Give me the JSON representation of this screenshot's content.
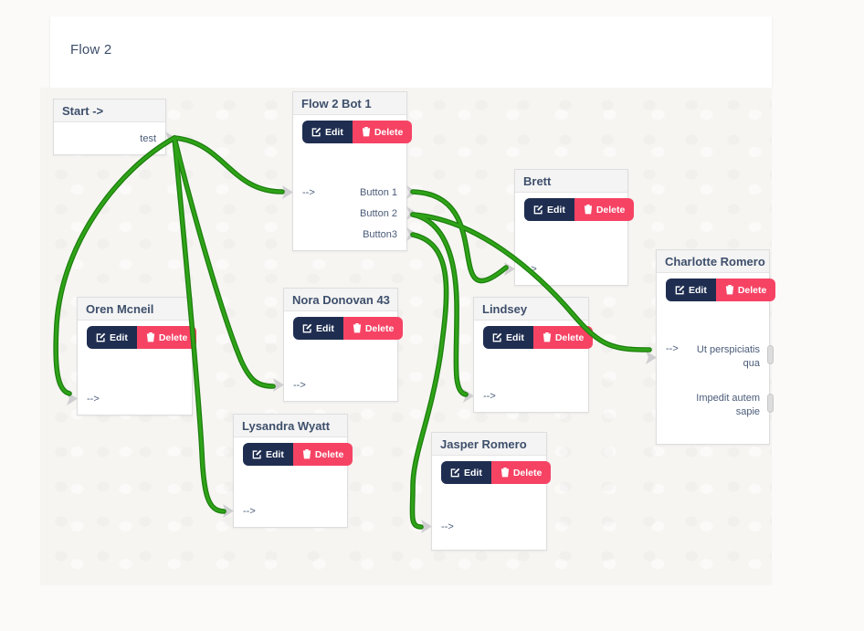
{
  "app": {
    "title": "Flow 2"
  },
  "buttons": {
    "edit": "Edit",
    "delete": "Delete"
  },
  "io": {
    "input_arrow": "-->"
  },
  "icons": {
    "edit": "edit-pencil-icon",
    "delete": "trash-icon",
    "input": "input-arrow-connector",
    "output": "output-arrow-connector"
  },
  "colors": {
    "connection_green": "#2fa318",
    "edit_button": "#1f2e50",
    "delete_button": "#f64364",
    "node_title": "#3e4f6b"
  },
  "nodes": [
    {
      "title": "Start ->",
      "outputs": [
        "test"
      ]
    },
    {
      "title": "Flow 2 Bot 1",
      "input": "-->",
      "outputs": [
        "Button 1",
        "Button 2",
        "Button3"
      ]
    },
    {
      "title": "Brett",
      "input": "-->"
    },
    {
      "title": "Charlotte Romero",
      "input": "-->",
      "outputs": [
        "Ut perspiciatis qua",
        "Impedit autem sapie"
      ]
    },
    {
      "title": "Oren Mcneil",
      "input": "-->"
    },
    {
      "title": "Nora Donovan 43",
      "input": "-->"
    },
    {
      "title": "Lysandra Wyatt",
      "input": "-->"
    },
    {
      "title": "Lindsey",
      "input": "-->"
    },
    {
      "title": "Jasper Romero",
      "input": "-->"
    }
  ],
  "connections": [
    {
      "from": "Start -> : test",
      "to": "Flow 2 Bot 1"
    },
    {
      "from": "Start -> : test",
      "to": "Oren Mcneil"
    },
    {
      "from": "Start -> : test",
      "to": "Nora Donovan 43"
    },
    {
      "from": "Start -> : test",
      "to": "Lysandra Wyatt"
    },
    {
      "from": "Flow 2 Bot 1 : Button 1",
      "to": "Brett"
    },
    {
      "from": "Flow 2 Bot 1 : Button 2",
      "to": "Charlotte Romero"
    },
    {
      "from": "Flow 2 Bot 1 : Button 2",
      "to": "Lindsey"
    },
    {
      "from": "Flow 2 Bot 1 : Button3",
      "to": "Jasper Romero"
    }
  ]
}
